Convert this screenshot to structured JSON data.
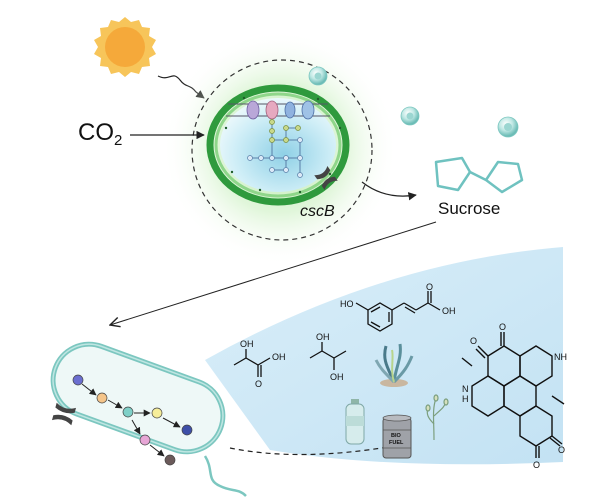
{
  "labels": {
    "co2_main": "CO",
    "co2_sub": "2",
    "gene": "cscB",
    "sucrose": "Sucrose"
  },
  "barrel_text": {
    "line1": "BIO",
    "line2": "FUEL"
  },
  "molecule_atoms": {
    "ho": "HO",
    "oh": "OH",
    "o": "O",
    "nh": "NH",
    "n": "N",
    "h": "H"
  },
  "colors": {
    "sun": "#f5b942",
    "cyanobacteria_green": "#3da84a",
    "cell_blue": "#bfe3f1",
    "sucrose_teal": "#6fc2c0",
    "product_fan": "#cfe8f6",
    "ecoli_fill": "#eaf6f5"
  },
  "icons": [
    "sun-icon",
    "arrow-icon",
    "bottle-icon",
    "barrel-icon",
    "plant-icon",
    "sprout-icon",
    "transporter-icon"
  ]
}
